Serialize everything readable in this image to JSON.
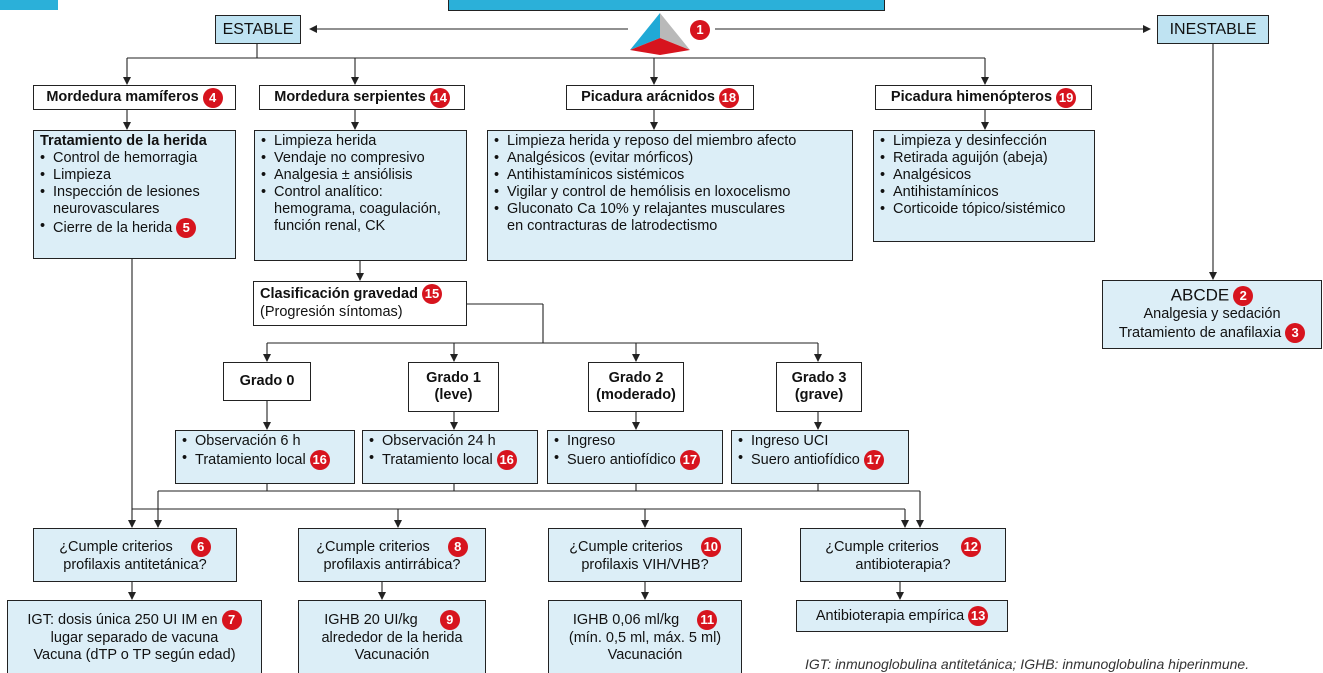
{
  "top": {
    "estable": "ESTABLE",
    "inestable": "INESTABLE"
  },
  "badges": {
    "b1": "1",
    "b2": "2",
    "b3": "3",
    "b4": "4",
    "b5": "5",
    "b6": "6",
    "b7": "7",
    "b8": "8",
    "b9": "9",
    "b10": "10",
    "b11": "11",
    "b12": "12",
    "b13": "13",
    "b14": "14",
    "b15": "15",
    "b16": "16",
    "b17": "17",
    "b18": "18",
    "b19": "19"
  },
  "categories": {
    "mamiferos": "Mordedura mamíferos",
    "serpientes": "Mordedura serpientes",
    "aracnidos": "Picadura arácnidos",
    "himenopteros": "Picadura himenópteros"
  },
  "mamiferos_box": {
    "title": "Tratamiento de la herida",
    "items": [
      "Control de hemorragia",
      "Limpieza",
      "Inspección de lesiones",
      "neurovasculares",
      "Cierre de la herida"
    ]
  },
  "serpientes_box": {
    "items": [
      "Limpieza herida",
      "Vendaje no compresivo",
      "Analgesia ± ansiólisis",
      "Control analítico:",
      "hemograma, coagulación,",
      "función renal, CK"
    ]
  },
  "aracnidos_box": {
    "items": [
      "Limpieza herida y reposo del miembro afecto",
      "Analgésicos (evitar mórficos)",
      "Antihistamínicos sistémicos",
      "Vigilar y control de hemólisis en loxocelismo",
      "Gluconato Ca 10% y relajantes musculares",
      "en contracturas de latrodectismo"
    ]
  },
  "himenopteros_box": {
    "items": [
      "Limpieza y desinfección",
      "Retirada aguijón (abeja)",
      "Analgésicos",
      "Antihistamínicos",
      "Corticoide tópico/sistémico"
    ]
  },
  "abcde": {
    "title": "ABCDE",
    "line1": "Analgesia y sedación",
    "line2": "Tratamiento de anafilaxia"
  },
  "clasificacion": {
    "title": "Clasificación gravedad",
    "subtitle": "(Progresión síntomas)"
  },
  "grades": [
    {
      "l1": "Grado 0",
      "l2": ""
    },
    {
      "l1": "Grado 1",
      "l2": "(leve)"
    },
    {
      "l1": "Grado 2",
      "l2": "(moderado)"
    },
    {
      "l1": "Grado 3",
      "l2": "(grave)"
    }
  ],
  "grade_actions": [
    {
      "a": "Observación 6 h",
      "b": "Tratamiento local"
    },
    {
      "a": "Observación 24 h",
      "b": "Tratamiento local"
    },
    {
      "a": "Ingreso",
      "b": "Suero antiofídico"
    },
    {
      "a": "Ingreso UCI",
      "b": "Suero antiofídico"
    }
  ],
  "criteria": [
    {
      "l1": "¿Cumple criterios",
      "l2": "profilaxis antitetánica?"
    },
    {
      "l1": "¿Cumple criterios",
      "l2": "profilaxis antirrábica?"
    },
    {
      "l1": "¿Cumple criterios",
      "l2": "profilaxis VIH/VHB?"
    },
    {
      "l1": "¿Cumple criterios",
      "l2": "antibioterapia?"
    }
  ],
  "treatments": {
    "igt": {
      "l1": "IGT: dosis única 250 UI IM en",
      "l2": "lugar separado de vacuna",
      "l3": "Vacuna (dTP o TP según edad)"
    },
    "ighb_rabia": {
      "l1": "IGHB 20 UI/kg",
      "l2": "alrededor de la herida",
      "l3": "Vacunación"
    },
    "ighb_vih": {
      "l1": "IGHB 0,06 ml/kg",
      "l2": "(mín. 0,5 ml, máx. 5 ml)",
      "l3": "Vacunación"
    },
    "antibio": {
      "l1": "Antibioterapia empírica"
    }
  },
  "footnote": "IGT: inmunoglobulina antitetánica; IGHB: inmunoglobulina hiperinmune.",
  "colors": {
    "box_fill": "#dceef7",
    "top_fill": "#bfe3f2",
    "accent": "#2bb0d9",
    "badge": "#d7141e"
  }
}
